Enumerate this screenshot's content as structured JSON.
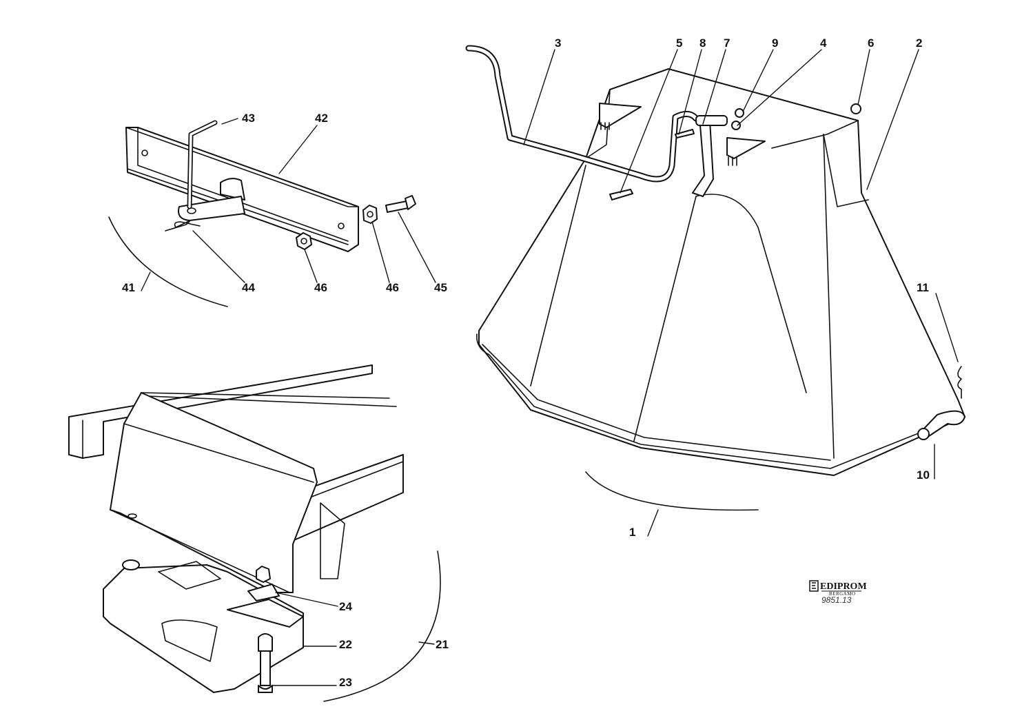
{
  "callouts": {
    "c1": "1",
    "c2": "2",
    "c3": "3",
    "c4": "4",
    "c5": "5",
    "c6": "6",
    "c7": "7",
    "c8": "8",
    "c9": "9",
    "c10": "10",
    "c11": "11",
    "c21": "21",
    "c22": "22",
    "c23": "23",
    "c24": "24",
    "c41": "41",
    "c42": "42",
    "c43": "43",
    "c44": "44",
    "c45": "45",
    "c46a": "46",
    "c46b": "46"
  },
  "logo": {
    "brand": "EDIPROM",
    "city": "BERGAMO",
    "drawing_number": "9851.13"
  }
}
